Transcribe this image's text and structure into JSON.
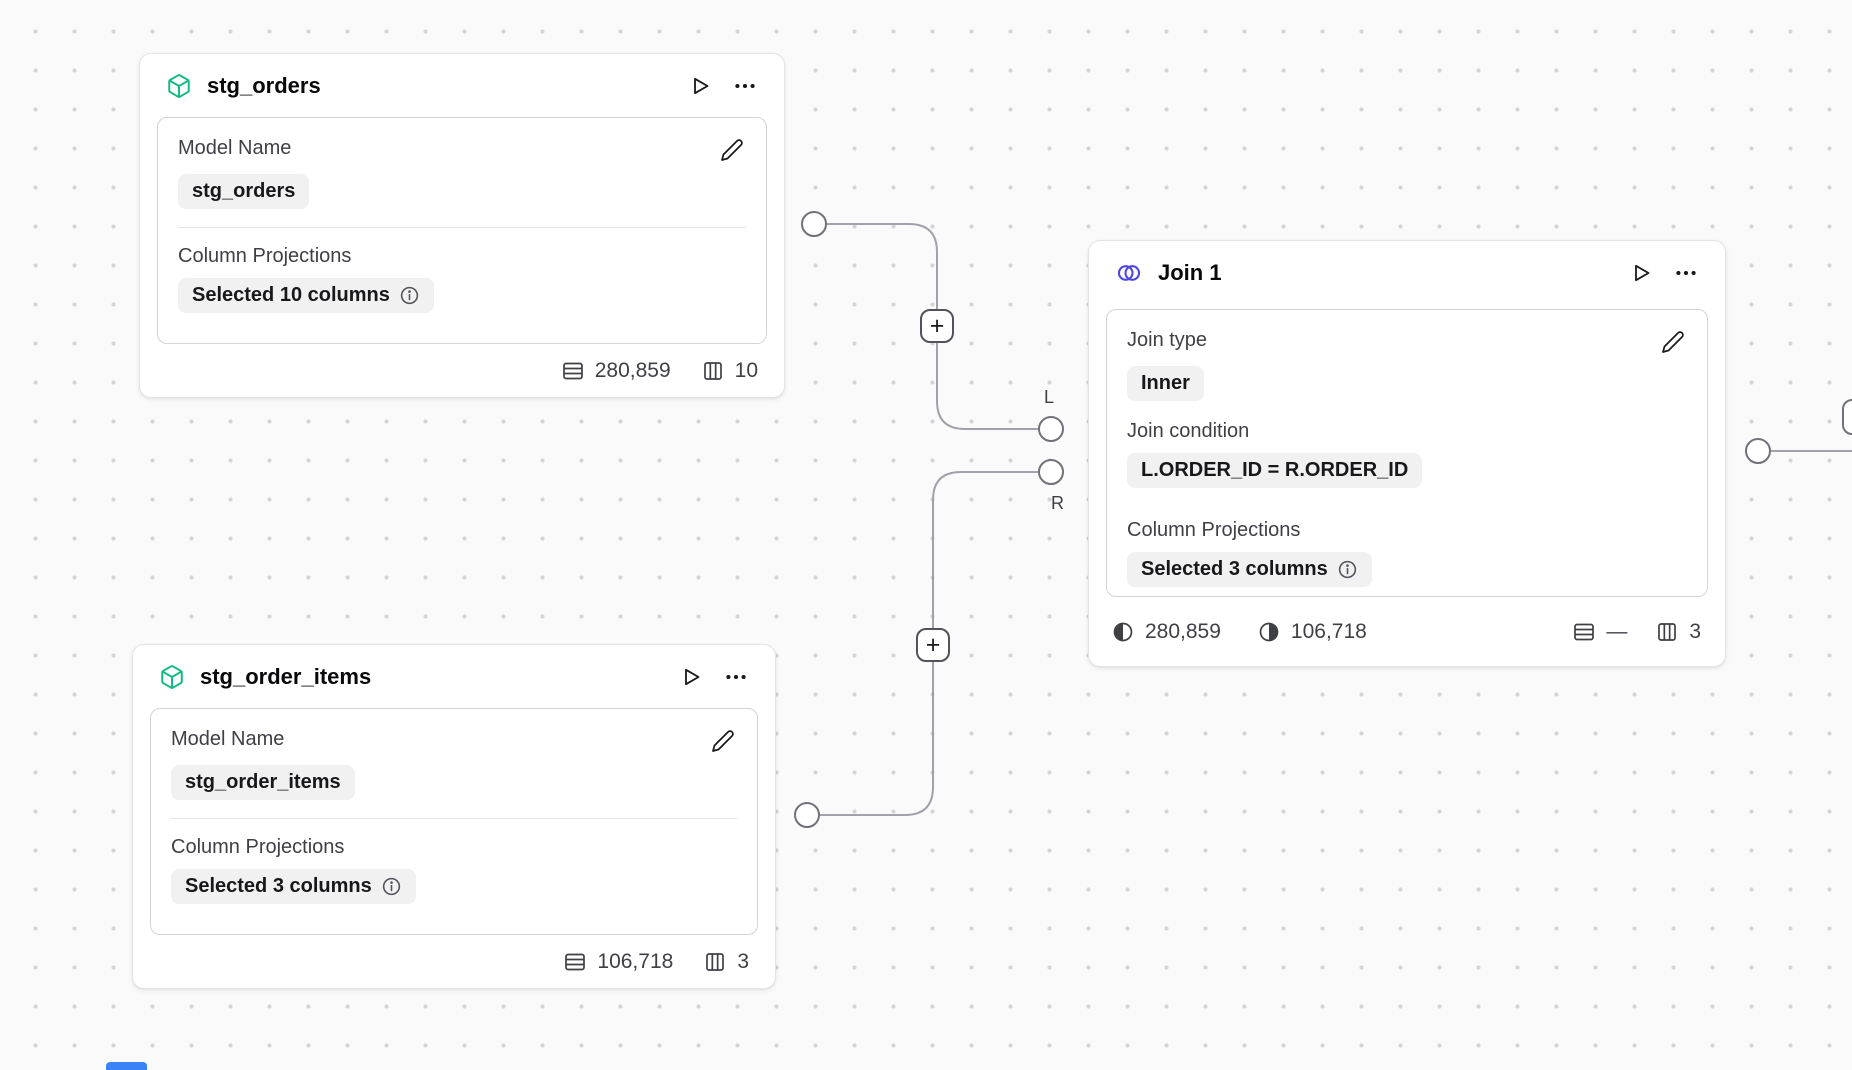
{
  "ui": {
    "plus_label": "+",
    "port_left_label": "L",
    "port_right_label": "R"
  },
  "colors": {
    "canvas_bg": "#fafafa",
    "dot_grid": "#d4d4d8",
    "edge": "#a1a1aa",
    "model_icon_green": "#10b981",
    "join_icon_blue": "#4f46e5",
    "chip_bg": "#f1f1f2",
    "selection_blue": "#3b82f6"
  },
  "icons": {
    "model": "cube-icon",
    "join": "venn-icon",
    "run": "play-icon",
    "menu": "ellipsis-icon",
    "edit": "pencil-icon",
    "info": "info-icon",
    "rows": "table-rows-icon",
    "columns": "table-columns-icon",
    "left_input_rows": "half-circle-left-icon",
    "right_input_rows": "half-circle-right-icon"
  },
  "nodes": {
    "stg_orders": {
      "title": "stg_orders",
      "model_name_label": "Model Name",
      "model_name_value": "stg_orders",
      "projections_label": "Column Projections",
      "projections_value": "Selected 10 columns",
      "row_count": "280,859",
      "column_count": "10"
    },
    "stg_order_items": {
      "title": "stg_order_items",
      "model_name_label": "Model Name",
      "model_name_value": "stg_order_items",
      "projections_label": "Column Projections",
      "projections_value": "Selected 3 columns",
      "row_count": "106,718",
      "column_count": "3"
    },
    "join_1": {
      "title": "Join 1",
      "join_type_label": "Join type",
      "join_type_value": "Inner",
      "join_condition_label": "Join condition",
      "join_condition_value": "L.ORDER_ID = R.ORDER_ID",
      "projections_label": "Column Projections",
      "projections_value": "Selected 3 columns",
      "left_row_count": "280,859",
      "right_row_count": "106,718",
      "row_count": "—",
      "column_count": "3"
    }
  }
}
